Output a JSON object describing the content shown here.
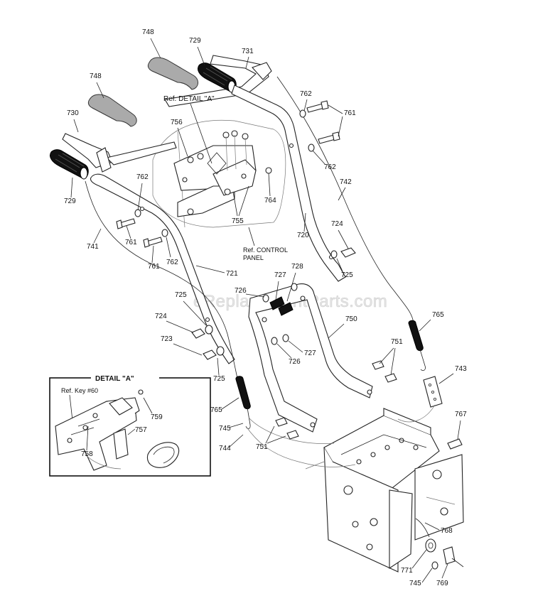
{
  "watermark": "eReplacementParts.com",
  "detail": {
    "title": "DETAIL \"A\"",
    "ref_key": "Ref. Key #60"
  },
  "refs": {
    "detail_a": "Ref. DETAIL \"A\"",
    "control_panel_line1": "Ref. CONTROL",
    "control_panel_line2": "PANEL"
  },
  "callouts": {
    "c748a": "748",
    "c729a": "729",
    "c731": "731",
    "c748b": "748",
    "c730": "730",
    "c756": "756",
    "c762a": "762",
    "c761a": "761",
    "c762b": "762",
    "c742": "742",
    "c762c": "762",
    "c729b": "729",
    "c764": "764",
    "c755": "755",
    "c720": "720",
    "c724a": "724",
    "c741": "741",
    "c761b": "761",
    "c762d": "762",
    "c761c": "761",
    "c721": "721",
    "c725a": "725",
    "c727a": "727",
    "c728": "728",
    "c726a": "726",
    "c725b": "725",
    "c724b": "724",
    "c723": "723",
    "c750": "750",
    "c765a": "765",
    "c727b": "727",
    "c726b": "726",
    "c751a": "751",
    "c725c": "725",
    "c743": "743",
    "c765b": "765",
    "c745a": "745",
    "c744": "744",
    "c751b": "751",
    "c767": "767",
    "c759": "759",
    "c757": "757",
    "c758": "758",
    "c768": "768",
    "c771": "771",
    "c745b": "745",
    "c769": "769"
  }
}
